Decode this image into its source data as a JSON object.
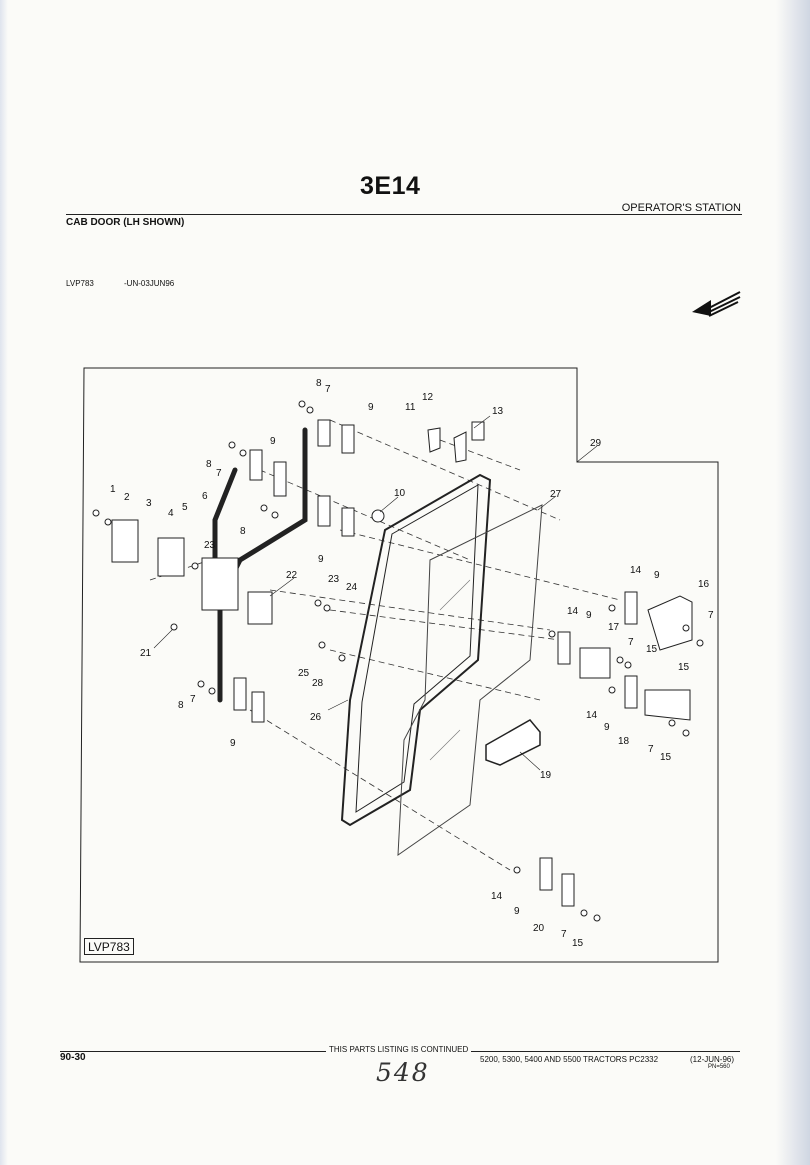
{
  "header": {
    "page_code": "3E14",
    "section": "OPERATOR'S STATION",
    "subtitle": "CAB DOOR (LH SHOWN)",
    "illustration_ref": "LVP783",
    "illustration_date": "-UN-03JUN96"
  },
  "figure": {
    "tag": "LVP783",
    "callouts": [
      "1",
      "2",
      "3",
      "4",
      "5",
      "6",
      "7",
      "8",
      "9",
      "10",
      "11",
      "12",
      "13",
      "14",
      "15",
      "16",
      "17",
      "18",
      "19",
      "20",
      "21",
      "22",
      "23",
      "24",
      "25",
      "26",
      "27",
      "28",
      "29"
    ]
  },
  "footer": {
    "page_number": "90-30",
    "continued": "THIS PARTS LISTING IS CONTINUED",
    "models": "5200, 5300, 5400 AND 5500 TRACTORS  PC2332",
    "date": "(12-JUN-96)",
    "pn": "PN=560",
    "handwritten": "548"
  }
}
